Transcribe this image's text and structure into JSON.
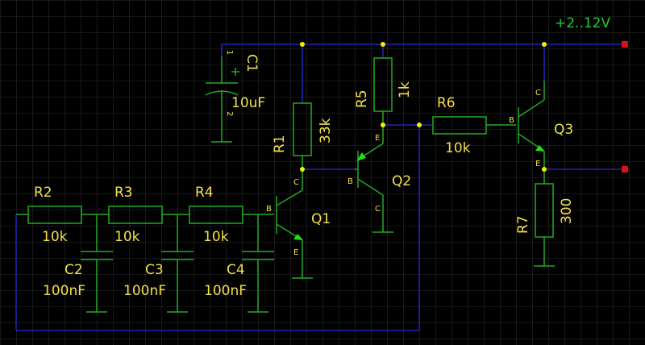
{
  "rail_label": "+2..12V",
  "components": {
    "C1": {
      "ref": "C1",
      "value": "10uF",
      "pin1": "1",
      "pin2": "2"
    },
    "R1": {
      "ref": "R1",
      "value": "33k"
    },
    "R2": {
      "ref": "R2",
      "value": "10k"
    },
    "R3": {
      "ref": "R3",
      "value": "10k"
    },
    "R4": {
      "ref": "R4",
      "value": "10k"
    },
    "R5": {
      "ref": "R5",
      "value": "1k"
    },
    "R6": {
      "ref": "R6",
      "value": "10k"
    },
    "R7": {
      "ref": "R7",
      "value": "300"
    },
    "C2": {
      "ref": "C2",
      "value": "100nF"
    },
    "C3": {
      "ref": "C3",
      "value": "100nF"
    },
    "C4": {
      "ref": "C4",
      "value": "100nF"
    },
    "Q1": {
      "ref": "Q1",
      "b": "B",
      "c": "C",
      "e": "E"
    },
    "Q2": {
      "ref": "Q2",
      "b": "B",
      "c": "C",
      "e": "E"
    },
    "Q3": {
      "ref": "Q3",
      "b": "B",
      "c": "C",
      "e": "E"
    }
  },
  "colors": {
    "background": "#000000",
    "grid": "#3a3a3a",
    "wire": "#2a2ad8",
    "component": "#22aa22",
    "label": "#f2e04a",
    "rail_label": "#22cc33",
    "junction": "#f2f200",
    "port": "#dd1111"
  }
}
